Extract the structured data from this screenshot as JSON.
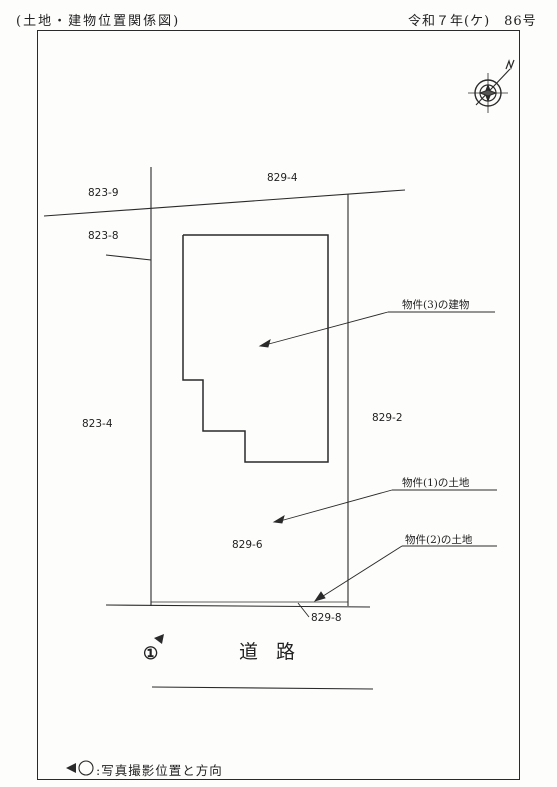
{
  "header": {
    "title": "(土地・建物位置関係図)",
    "case_no": "令和７年(ケ)　86号"
  },
  "parcels": {
    "p823_9": "823-9",
    "p829_4": "829-4",
    "p823_8": "823-8",
    "p823_4": "823-4",
    "p829_2": "829-2",
    "p829_6": "829-6",
    "p829_8": "829-8"
  },
  "annotations": {
    "building": "物件(3)の建物",
    "land1": "物件(1)の土地",
    "land2": "物件(2)の土地"
  },
  "road": {
    "label": "道路"
  },
  "photo": {
    "marker": "①"
  },
  "legend": {
    "text": ":写真撮影位置と方向"
  },
  "icons": {
    "compass": "compass-icon",
    "camera_marker": "camera-direction-icon"
  },
  "colors": {
    "ink": "#222222",
    "paper": "#fdfdfc"
  }
}
